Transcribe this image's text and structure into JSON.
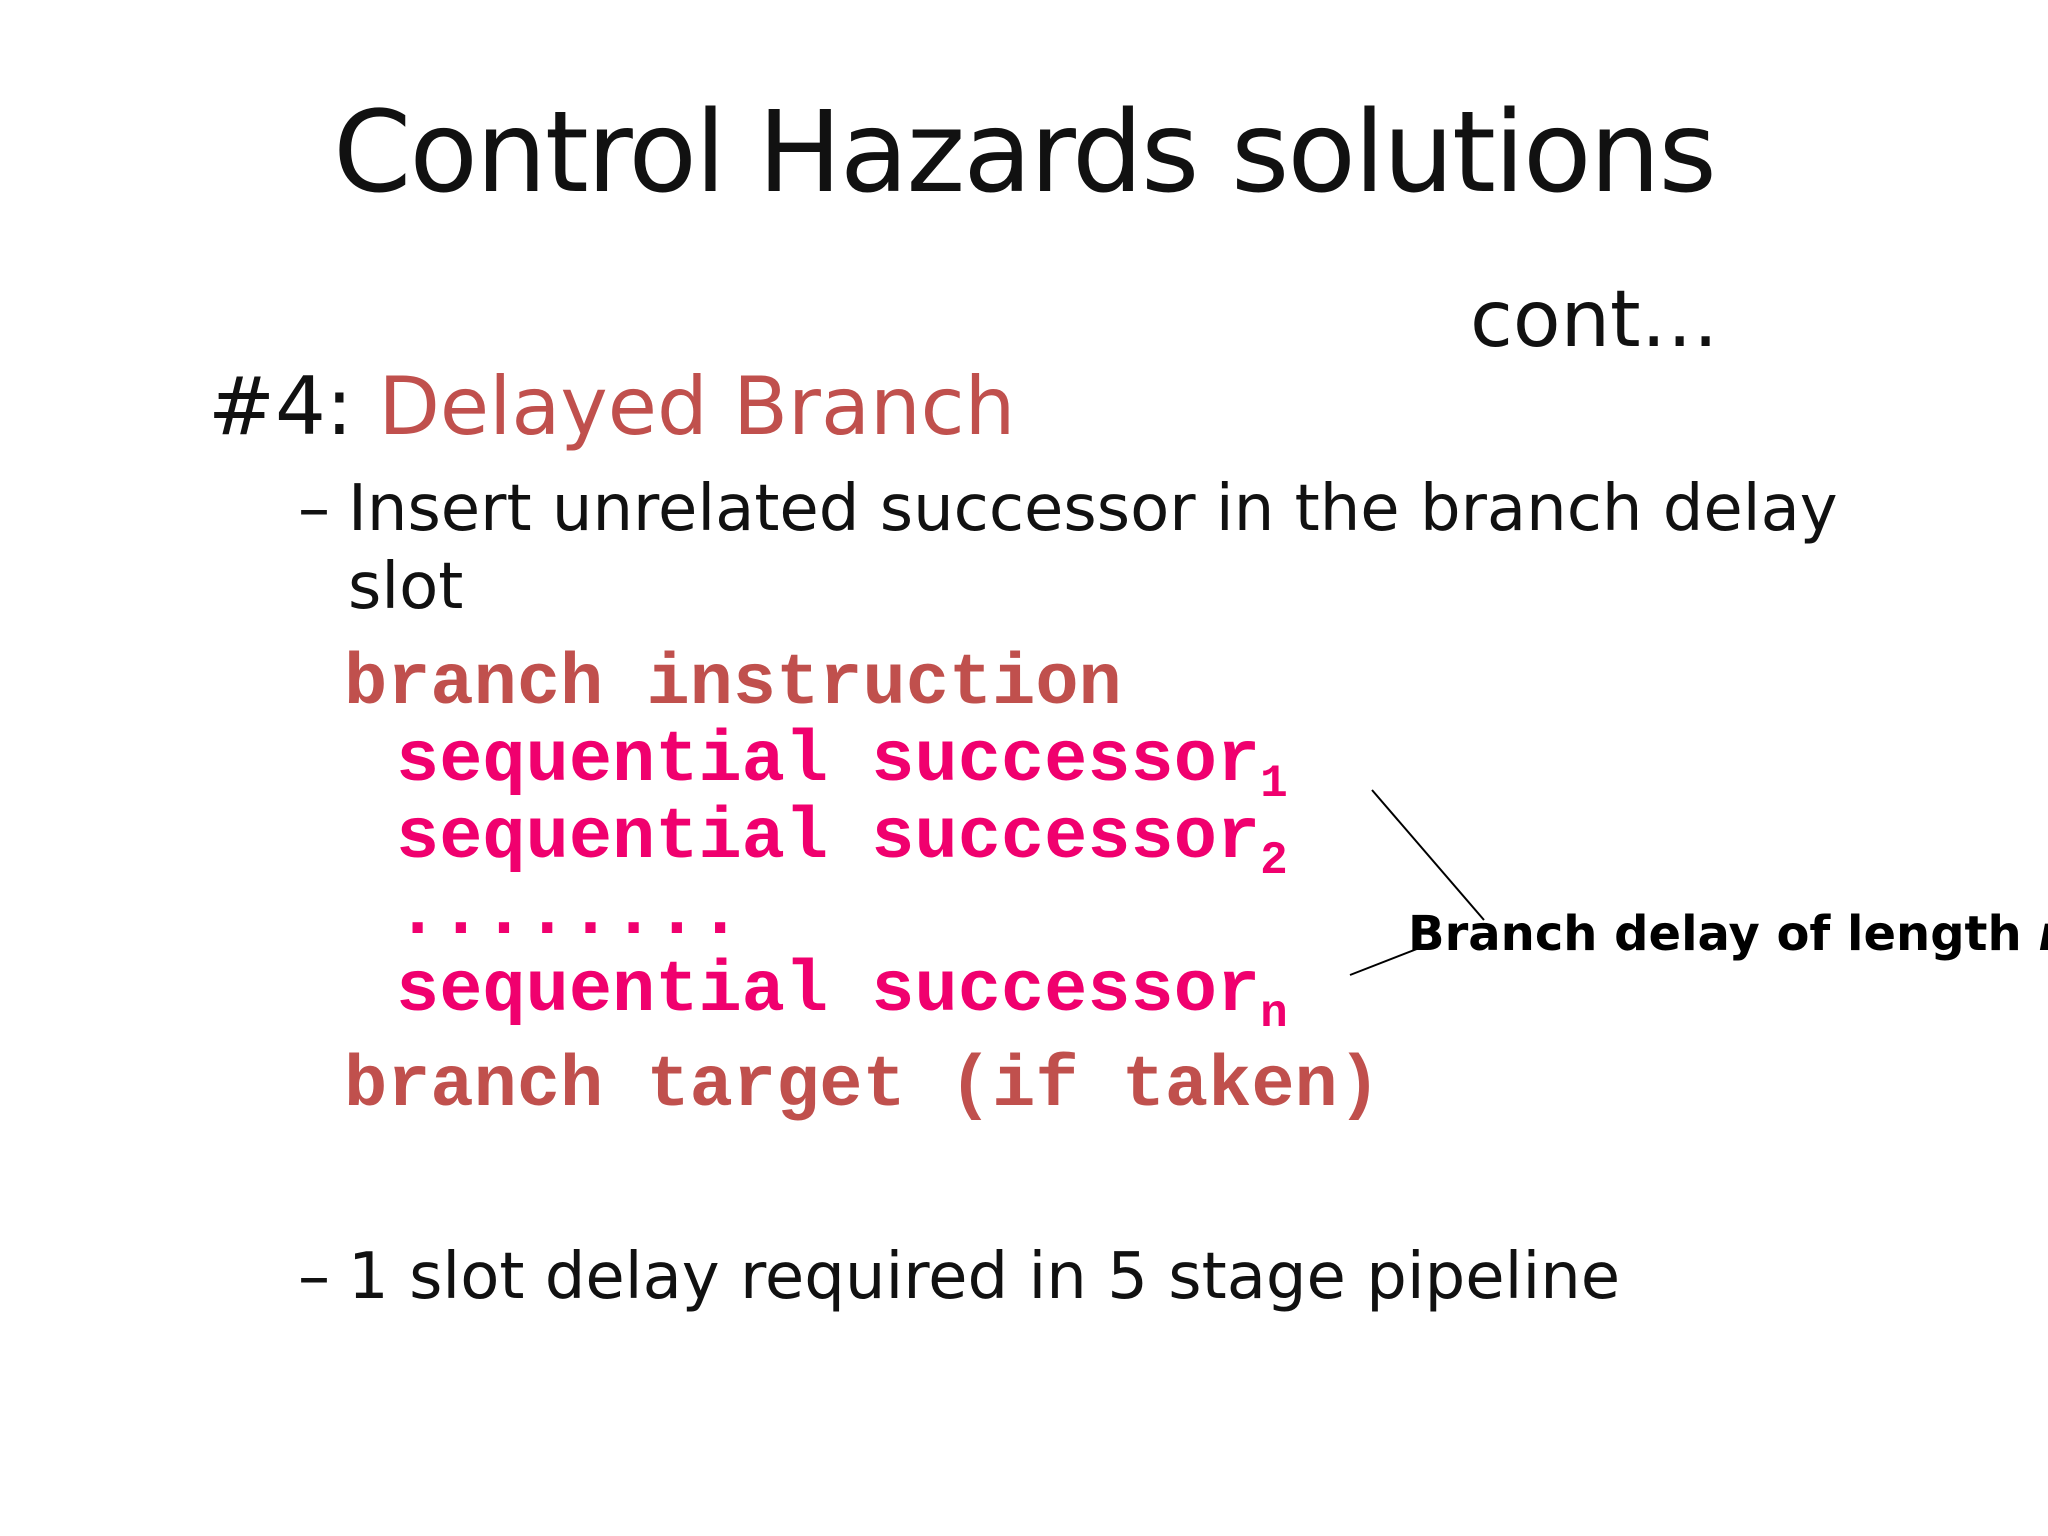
{
  "slide": {
    "title": "Control Hazards solutions",
    "cont_label": "cont…",
    "heading_prefix": "#4:",
    "heading_accent": "Delayed Branch",
    "bullet1_dash": "–",
    "bullet1_line1": "Insert unrelated successor in the branch delay",
    "bullet1_line2": "slot",
    "code": {
      "branch_instruction": "branch instruction",
      "seq1": "sequential successor",
      "seq1_sub": "1",
      "seq2": "sequential successor",
      "seq2_sub": "2",
      "dots": "........",
      "seqn": "sequential successor",
      "seqn_sub": "n",
      "branch_target": "branch target (if taken)"
    },
    "annotation_text": "Branch delay of length ",
    "annotation_var": "n",
    "bullet2_dash": "–",
    "bullet2_text": "1 slot delay required in 5 stage pipeline",
    "colors": {
      "accent": "#c0504d",
      "code_pink": "#f0006e",
      "text": "#111111"
    }
  }
}
